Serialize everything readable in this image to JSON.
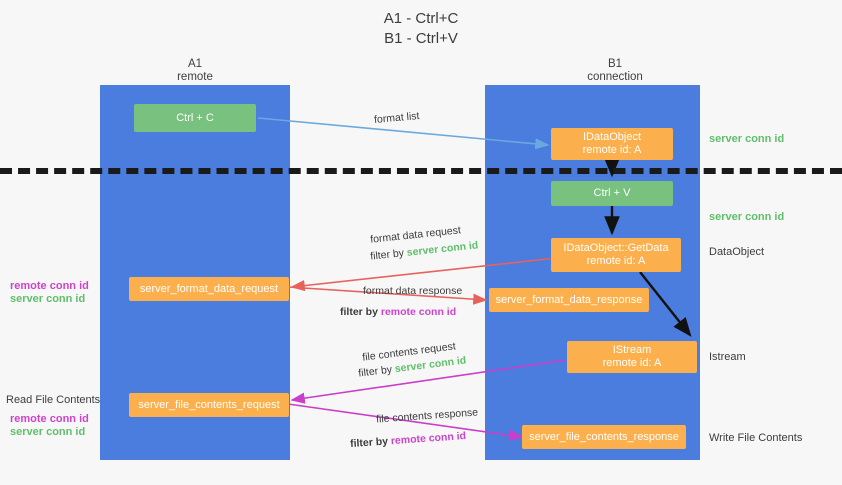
{
  "title": {
    "line1": "A1 - Ctrl+C",
    "line2": "B1 - Ctrl+V"
  },
  "columns": [
    {
      "name": "A1",
      "role": "remote"
    },
    {
      "name": "B1",
      "role": "connection"
    }
  ],
  "nodes": {
    "ctrl_c": "Ctrl + C",
    "ctrl_v": "Ctrl + V",
    "idataobject_title": "IDataObject",
    "idataobject_sub": "remote id: A",
    "getdata_title": "IDataObject::GetData",
    "getdata_sub": "remote id: A",
    "istream_title": "IStream",
    "istream_sub": "remote id: A",
    "server_format_data_request": "server_format_data_request",
    "server_format_data_response": "server_format_data_response",
    "server_file_contents_request": "server_file_contents_request",
    "server_file_contents_response": "server_file_contents_response"
  },
  "edge_labels": {
    "format_list": "format list",
    "format_data_request": "format data request",
    "format_data_request_filter_prefix": "filter by",
    "format_data_request_filter_key": "server conn id",
    "format_data_response": "format data response",
    "format_data_response_filter_prefix": "filter by",
    "format_data_response_filter_key": "remote conn id",
    "file_contents_request": "file contents request",
    "file_contents_request_filter_prefix": "filter by",
    "file_contents_request_filter_key": "server conn id",
    "file_contents_response": "file contents response",
    "file_contents_response_filter_prefix": "filter by",
    "file_contents_response_filter_key": "remote conn id"
  },
  "right_labels": {
    "server_conn_id_top": "server conn id",
    "server_conn_id_mid": "server conn id",
    "dataobject": "DataObject",
    "istream": "Istream",
    "write_file_contents": "Write File Contents"
  },
  "left_labels": {
    "remote_conn_id_1": "remote conn id",
    "server_conn_id_1": "server conn id",
    "read_file_contents": "Read File Contents",
    "remote_conn_id_2": "remote conn id",
    "server_conn_id_2": "server conn id"
  },
  "colors": {
    "lane": "#4a7ddd",
    "green_node": "#79c17e",
    "orange_node": "#fbb04d",
    "green_text": "#5fbf6b",
    "magenta_text": "#cc44cc",
    "arrow_blue": "#6aa9e0",
    "arrow_red": "#e8625c",
    "arrow_magenta": "#c93fc9",
    "arrow_black": "#111111",
    "background": "#f7f7f7"
  }
}
